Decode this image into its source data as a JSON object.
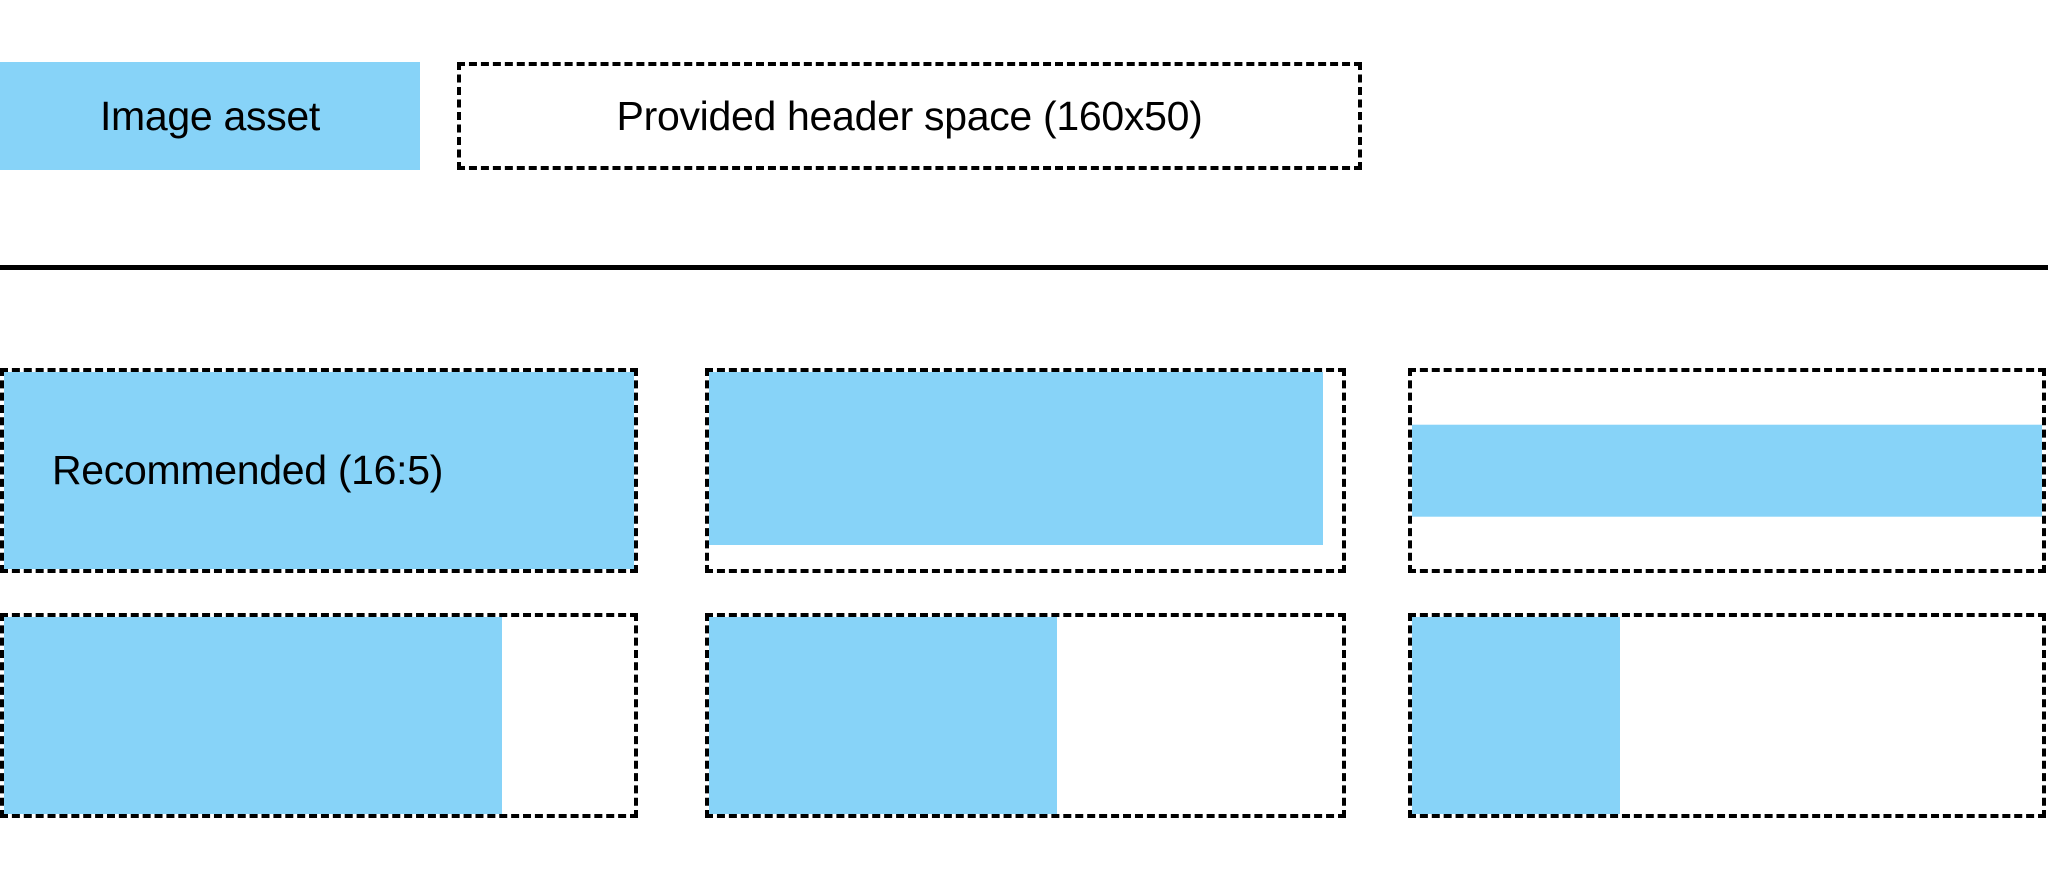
{
  "legend": {
    "image_asset_label": "Image asset",
    "header_space_label": "Provided header space (160x50)"
  },
  "colors": {
    "asset_fill": "#87d3f8",
    "outline": "#000000",
    "background": "#ffffff"
  },
  "ratio_grid": {
    "recommended_label": "Recommended (16:5)",
    "rows": [
      {
        "cells": [
          {
            "name": "recommended-16-5",
            "fill_width_pct": 100,
            "fill_height_pct": 100,
            "fill_align": "top-left",
            "label": "Recommended (16:5)"
          },
          {
            "name": "wide-short-fill",
            "fill_width_pct": 97,
            "fill_height_pct": 88,
            "fill_align": "top-left",
            "label": ""
          },
          {
            "name": "full-width-band",
            "fill_width_pct": 100,
            "fill_height_pct": 47,
            "fill_align": "middle-left",
            "label": ""
          }
        ]
      },
      {
        "cells": [
          {
            "name": "partial-width-79",
            "fill_width_pct": 79,
            "fill_height_pct": 100,
            "fill_align": "top-left",
            "label": ""
          },
          {
            "name": "partial-width-55",
            "fill_width_pct": 55,
            "fill_height_pct": 100,
            "fill_align": "top-left",
            "label": ""
          },
          {
            "name": "partial-width-33",
            "fill_width_pct": 33,
            "fill_height_pct": 100,
            "fill_align": "top-left",
            "label": ""
          }
        ]
      }
    ]
  }
}
